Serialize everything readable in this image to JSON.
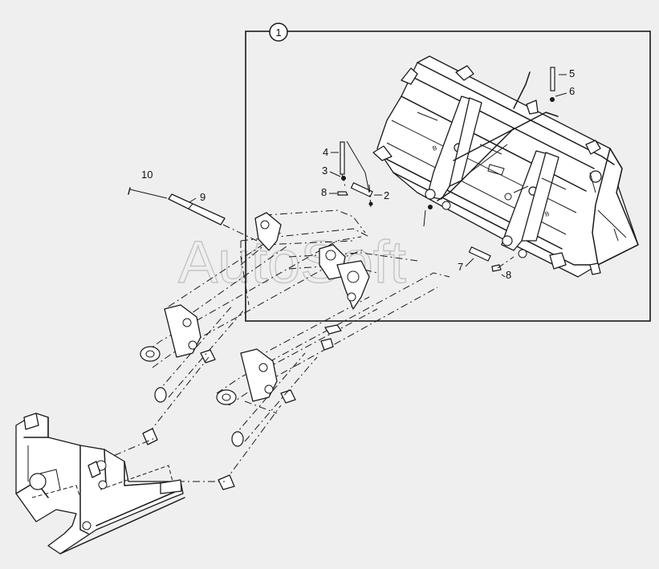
{
  "diagram": {
    "watermark": "AutoSoft",
    "group_label": "1",
    "callouts": {
      "c2": "2",
      "c3": "3",
      "c4": "4",
      "c5": "5",
      "c6": "6",
      "c7": "7",
      "c8a": "8",
      "c8b": "8",
      "c9": "9",
      "c10": "10"
    }
  }
}
